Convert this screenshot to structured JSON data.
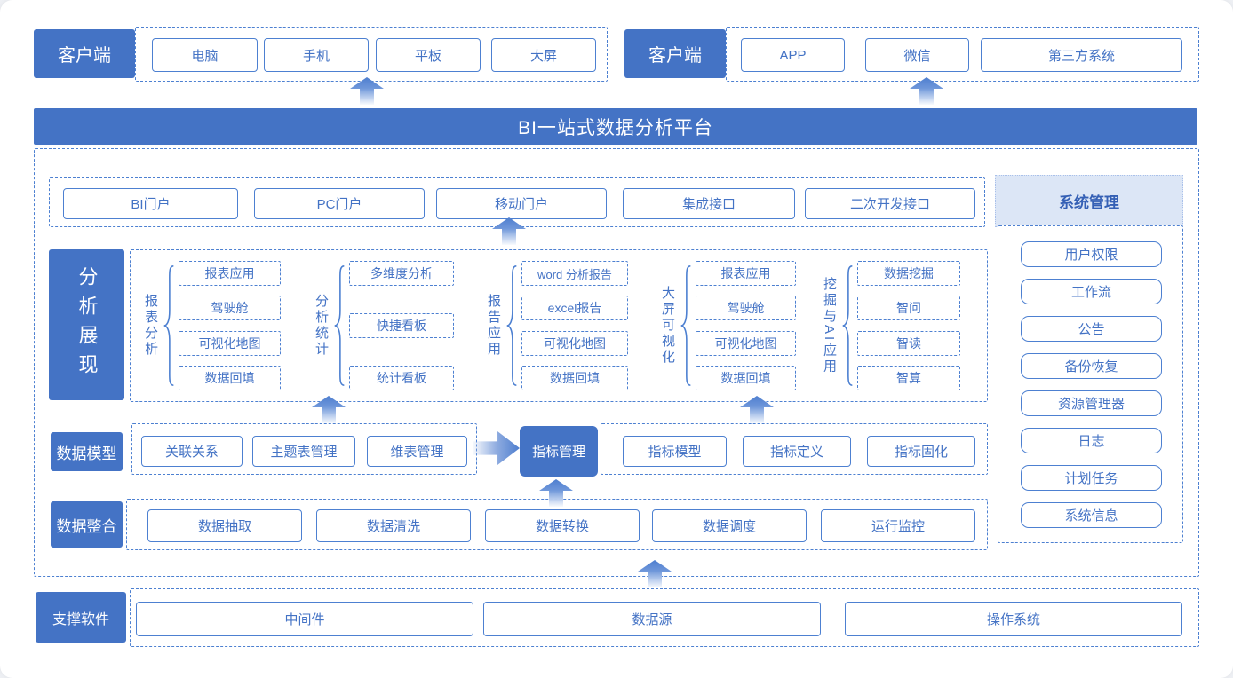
{
  "clients_left": {
    "label": "客户端",
    "items": [
      "电脑",
      "手机",
      "平板",
      "大屏"
    ]
  },
  "clients_right": {
    "label": "客户端",
    "items": [
      "APP",
      "微信",
      "第三方系统"
    ]
  },
  "banner": {
    "title": "BI一站式数据分析平台"
  },
  "portals": {
    "items": [
      "BI门户",
      "PC门户",
      "移动门户",
      "集成接口",
      "二次开发接口"
    ]
  },
  "analysis": {
    "label": "分析展现",
    "groups": [
      {
        "label": "报表分析",
        "items": [
          "报表应用",
          "驾驶舱",
          "可视化地图",
          "数据回填"
        ]
      },
      {
        "label": "分析统计",
        "items": [
          "多维度分析",
          "快捷看板",
          "统计看板"
        ]
      },
      {
        "label": "报告应用",
        "items": [
          "word 分析报告",
          "excel报告",
          "可视化地图",
          "数据回填"
        ]
      },
      {
        "label": "大屏可视化",
        "items": [
          "报表应用",
          "驾驶舱",
          "可视化地图",
          "数据回填"
        ]
      },
      {
        "label": "挖掘与AI应用",
        "items": [
          "数据挖掘",
          "智问",
          "智读",
          "智算"
        ]
      }
    ]
  },
  "data_model": {
    "label": "数据模型",
    "left_items": [
      "关联关系",
      "主题表管理",
      "维表管理"
    ],
    "highlight": "指标管理",
    "right_items": [
      "指标模型",
      "指标定义",
      "指标固化"
    ]
  },
  "data_integration": {
    "label": "数据整合",
    "items": [
      "数据抽取",
      "数据清洗",
      "数据转换",
      "数据调度",
      "运行监控"
    ]
  },
  "system_management": {
    "label": "系统管理",
    "items": [
      "用户权限",
      "工作流",
      "公告",
      "备份恢复",
      "资源管理器",
      "日志",
      "计划任务",
      "系统信息"
    ]
  },
  "support": {
    "label": "支撑软件",
    "items": [
      "中间件",
      "数据源",
      "操作系统"
    ]
  },
  "colors": {
    "primary": "#4473c5",
    "box_border": "#4d80d1",
    "sys_header_bg": "#dce6f6",
    "sys_header_text": "#3560b5"
  }
}
